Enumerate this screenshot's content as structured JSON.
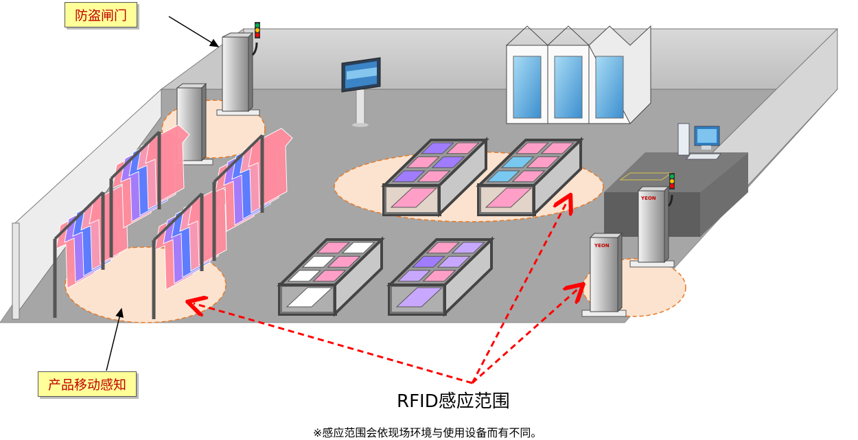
{
  "labels": {
    "gate": "防盗闸门",
    "product_motion": "产品移动感知",
    "rfid_range": "RFID感应范围",
    "note": "※感应范围会依现场环境与使用设备而有不同。",
    "brand": "YEON"
  },
  "colors": {
    "callout_bg": "#ffff99",
    "callout_text": "#c00000",
    "range_ellipse": "#fbe3cf",
    "dashed_orange": "#e87722",
    "arrow_red": "#ff0000",
    "floor": "#a6a6a6",
    "wall": "#d0d0d0"
  },
  "icons": [
    "tower-light-icon",
    "monitor-icon",
    "computer-icon",
    "rfid-gate-icon",
    "display-table-icon",
    "clothes-rack-icon",
    "refrigerator-icon"
  ]
}
